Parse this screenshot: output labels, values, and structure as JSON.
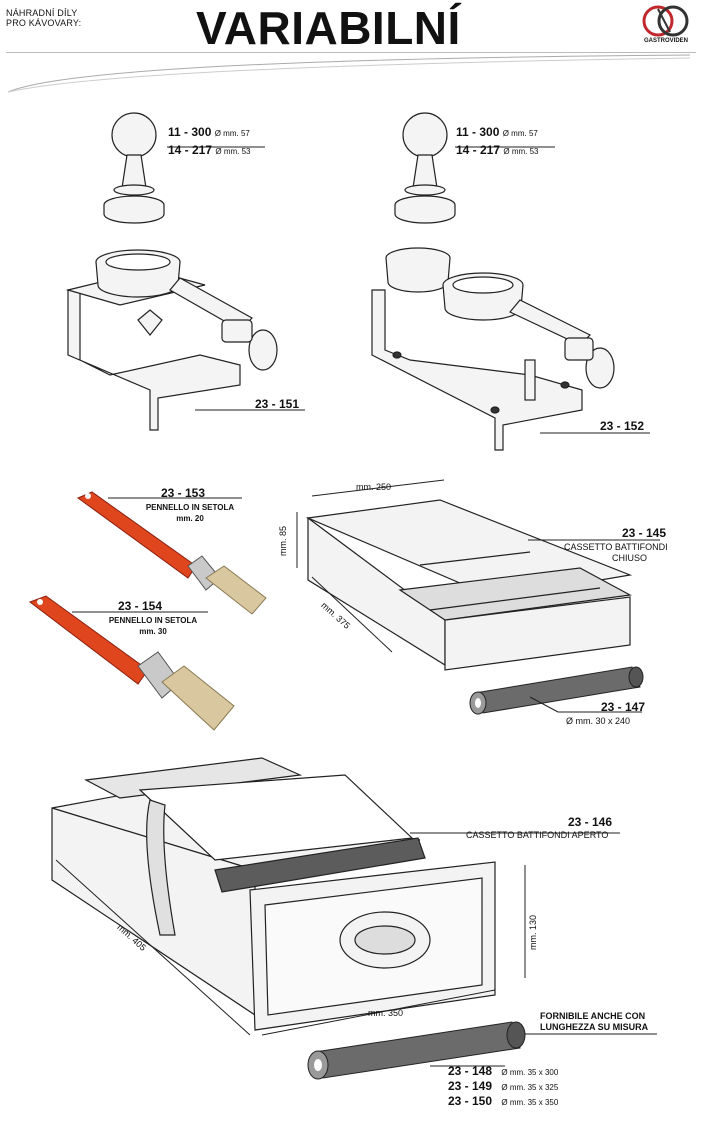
{
  "header": {
    "sub_line1": "NÁHRADNÍ DÍLY",
    "sub_line2": "PRO KÁVOVARY:",
    "title": "VARIABILNÍ",
    "logo_text": "GASTROVIDEN"
  },
  "tamper_left": {
    "code1": "11 - 300",
    "dim1": "Ø mm. 57",
    "code2": "14 - 217",
    "dim2": "Ø mm. 53",
    "stand_code": "23 - 151"
  },
  "tamper_right": {
    "code1": "11 - 300",
    "dim1": "Ø mm. 57",
    "code2": "14 - 217",
    "dim2": "Ø mm. 53",
    "stand_code": "23 - 152"
  },
  "brush1": {
    "code": "23 - 153",
    "line1": "PENNELLO IN SETOLA",
    "line2": "mm. 20"
  },
  "brush2": {
    "code": "23 - 154",
    "line1": "PENNELLO IN SETOLA",
    "line2": "mm. 30"
  },
  "closed_drawer": {
    "width": "mm. 250",
    "height": "mm. 85",
    "depth": "mm. 375",
    "code": "23 - 145",
    "line1": "CASSETTO BATTIFONDI",
    "line2": "CHIUSO"
  },
  "bar_small": {
    "code": "23 - 147",
    "dim": "Ø    mm. 30 x 240"
  },
  "open_drawer": {
    "code": "23 - 146",
    "line1": "CASSETTO BATTIFONDI APERTO",
    "height": "mm. 130",
    "depth": "mm. 405",
    "width": "mm. 350"
  },
  "bar_large": {
    "note1": "FORNIBILE ANCHE CON",
    "note2": "LUNGHEZZA SU MISURA",
    "items": [
      {
        "code": "23 - 148",
        "dim": "Ø    mm. 35 x 300"
      },
      {
        "code": "23 - 149",
        "dim": "Ø    mm. 35 x 325"
      },
      {
        "code": "23 - 150",
        "dim": "Ø    mm. 35 x 350"
      }
    ]
  }
}
